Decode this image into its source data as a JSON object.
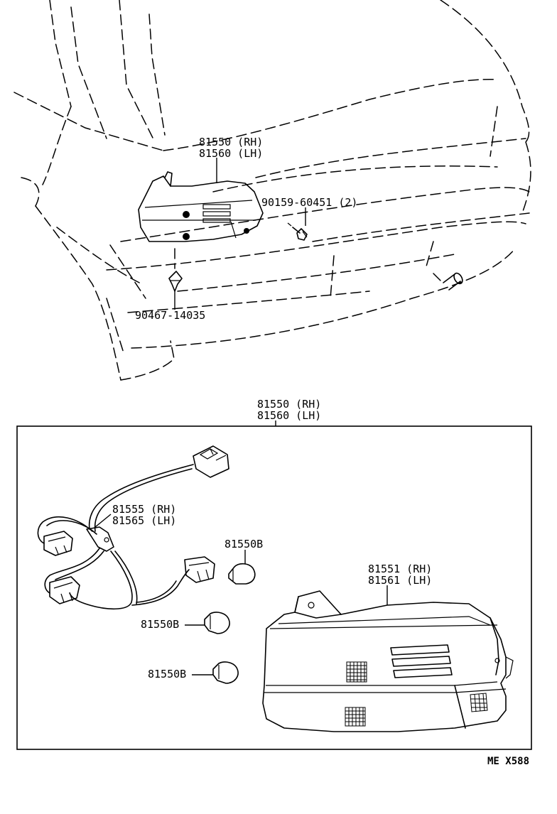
{
  "top": {
    "lamp_rh": "81550 (RH)",
    "lamp_lh": "81560 (LH)",
    "screw": "90159-60451 (2)",
    "clip": "90467-14035"
  },
  "detail": {
    "assy_rh": "81550 (RH)",
    "assy_lh": "81560 (LH)",
    "socket_rh": "81555 (RH)",
    "socket_lh": "81565 (LH)",
    "bulb_1": "81550B",
    "bulb_2": "81550B",
    "bulb_3": "81550B",
    "lens_rh": "81551 (RH)",
    "lens_lh": "81561 (LH)"
  },
  "code": "ME X588"
}
